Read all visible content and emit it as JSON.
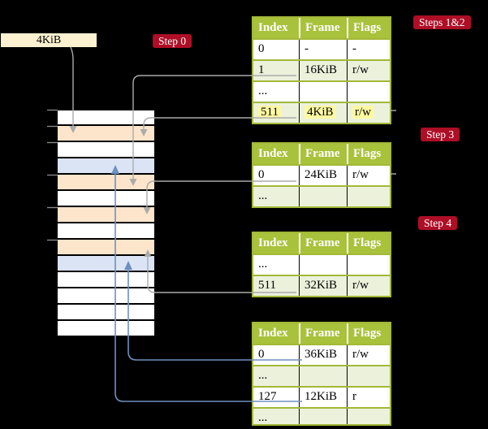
{
  "palette": {
    "background": "#000000",
    "badge_red": "#AE0E26",
    "header_green": "#A9C23C",
    "row_green": "#ECF1DC",
    "border_green": "#A2B838",
    "box_cream": "#FCF1D0",
    "highlight_yellow": "#FDF8A2",
    "line_gray": "#ABABAB",
    "tick_gray": "#8C8C8C",
    "line_blue": "#6E8FC0",
    "frame_plain": "#FFFFFF",
    "frame_peach": "#FCE5CA",
    "frame_blue": "#DAE4F5"
  },
  "base_register": {
    "label": "4KiB"
  },
  "step_badges": [
    {
      "label": "Step 0"
    },
    {
      "label": "Steps 1&2"
    },
    {
      "label": "Step 3"
    },
    {
      "label": "Step 4"
    }
  ],
  "memory_stack": {
    "rows": [
      {
        "kind": "plain"
      },
      {
        "kind": "peach"
      },
      {
        "kind": "plain"
      },
      {
        "kind": "blue"
      },
      {
        "kind": "peach"
      },
      {
        "kind": "plain"
      },
      {
        "kind": "peach"
      },
      {
        "kind": "plain"
      },
      {
        "kind": "peach"
      },
      {
        "kind": "blue"
      },
      {
        "kind": "plain"
      },
      {
        "kind": "plain"
      },
      {
        "kind": "plain"
      },
      {
        "kind": "plain"
      }
    ]
  },
  "page_tables": [
    {
      "columns": [
        "Index",
        "Frame",
        "Flags"
      ],
      "rows": [
        {
          "cells": [
            "0",
            "-",
            "-"
          ],
          "shaded": false,
          "highlight": false
        },
        {
          "cells": [
            "1",
            "16KiB",
            "r/w"
          ],
          "shaded": true,
          "highlight": false
        },
        {
          "cells": [
            "...",
            "",
            ""
          ],
          "shaded": false,
          "highlight": false
        },
        {
          "cells": [
            "511",
            "4KiB",
            "r/w"
          ],
          "shaded": true,
          "highlight": true
        }
      ]
    },
    {
      "columns": [
        "Index",
        "Frame",
        "Flags"
      ],
      "rows": [
        {
          "cells": [
            "0",
            "24KiB",
            "r/w"
          ],
          "shaded": false,
          "highlight": false
        },
        {
          "cells": [
            "...",
            "",
            ""
          ],
          "shaded": true,
          "highlight": false
        }
      ]
    },
    {
      "columns": [
        "Index",
        "Frame",
        "Flags"
      ],
      "rows": [
        {
          "cells": [
            "...",
            "",
            ""
          ],
          "shaded": false,
          "highlight": false
        },
        {
          "cells": [
            "511",
            "32KiB",
            "r/w"
          ],
          "shaded": true,
          "highlight": false
        }
      ]
    },
    {
      "columns": [
        "Index",
        "Frame",
        "Flags"
      ],
      "rows": [
        {
          "cells": [
            "0",
            "36KiB",
            "r/w"
          ],
          "shaded": false,
          "highlight": false
        },
        {
          "cells": [
            "...",
            "",
            ""
          ],
          "shaded": true,
          "highlight": false
        },
        {
          "cells": [
            "127",
            "12KiB",
            "r"
          ],
          "shaded": false,
          "highlight": false
        },
        {
          "cells": [
            "...",
            "",
            ""
          ],
          "shaded": true,
          "highlight": false
        }
      ]
    }
  ],
  "connectors": [
    {
      "from": "base-register-box",
      "to": "memory-frame-2"
    },
    {
      "from": "table-1-row-1",
      "to": "memory-frame-5"
    },
    {
      "from": "table-1-row-511",
      "to": "memory-frame-2"
    },
    {
      "from": "table-2-row-0",
      "to": "memory-frame-7"
    },
    {
      "from": "table-3-row-511",
      "to": "memory-frame-9"
    },
    {
      "from": "table-4-row-0",
      "to": "memory-frame-10"
    },
    {
      "from": "table-4-row-127",
      "to": "memory-frame-4"
    }
  ]
}
